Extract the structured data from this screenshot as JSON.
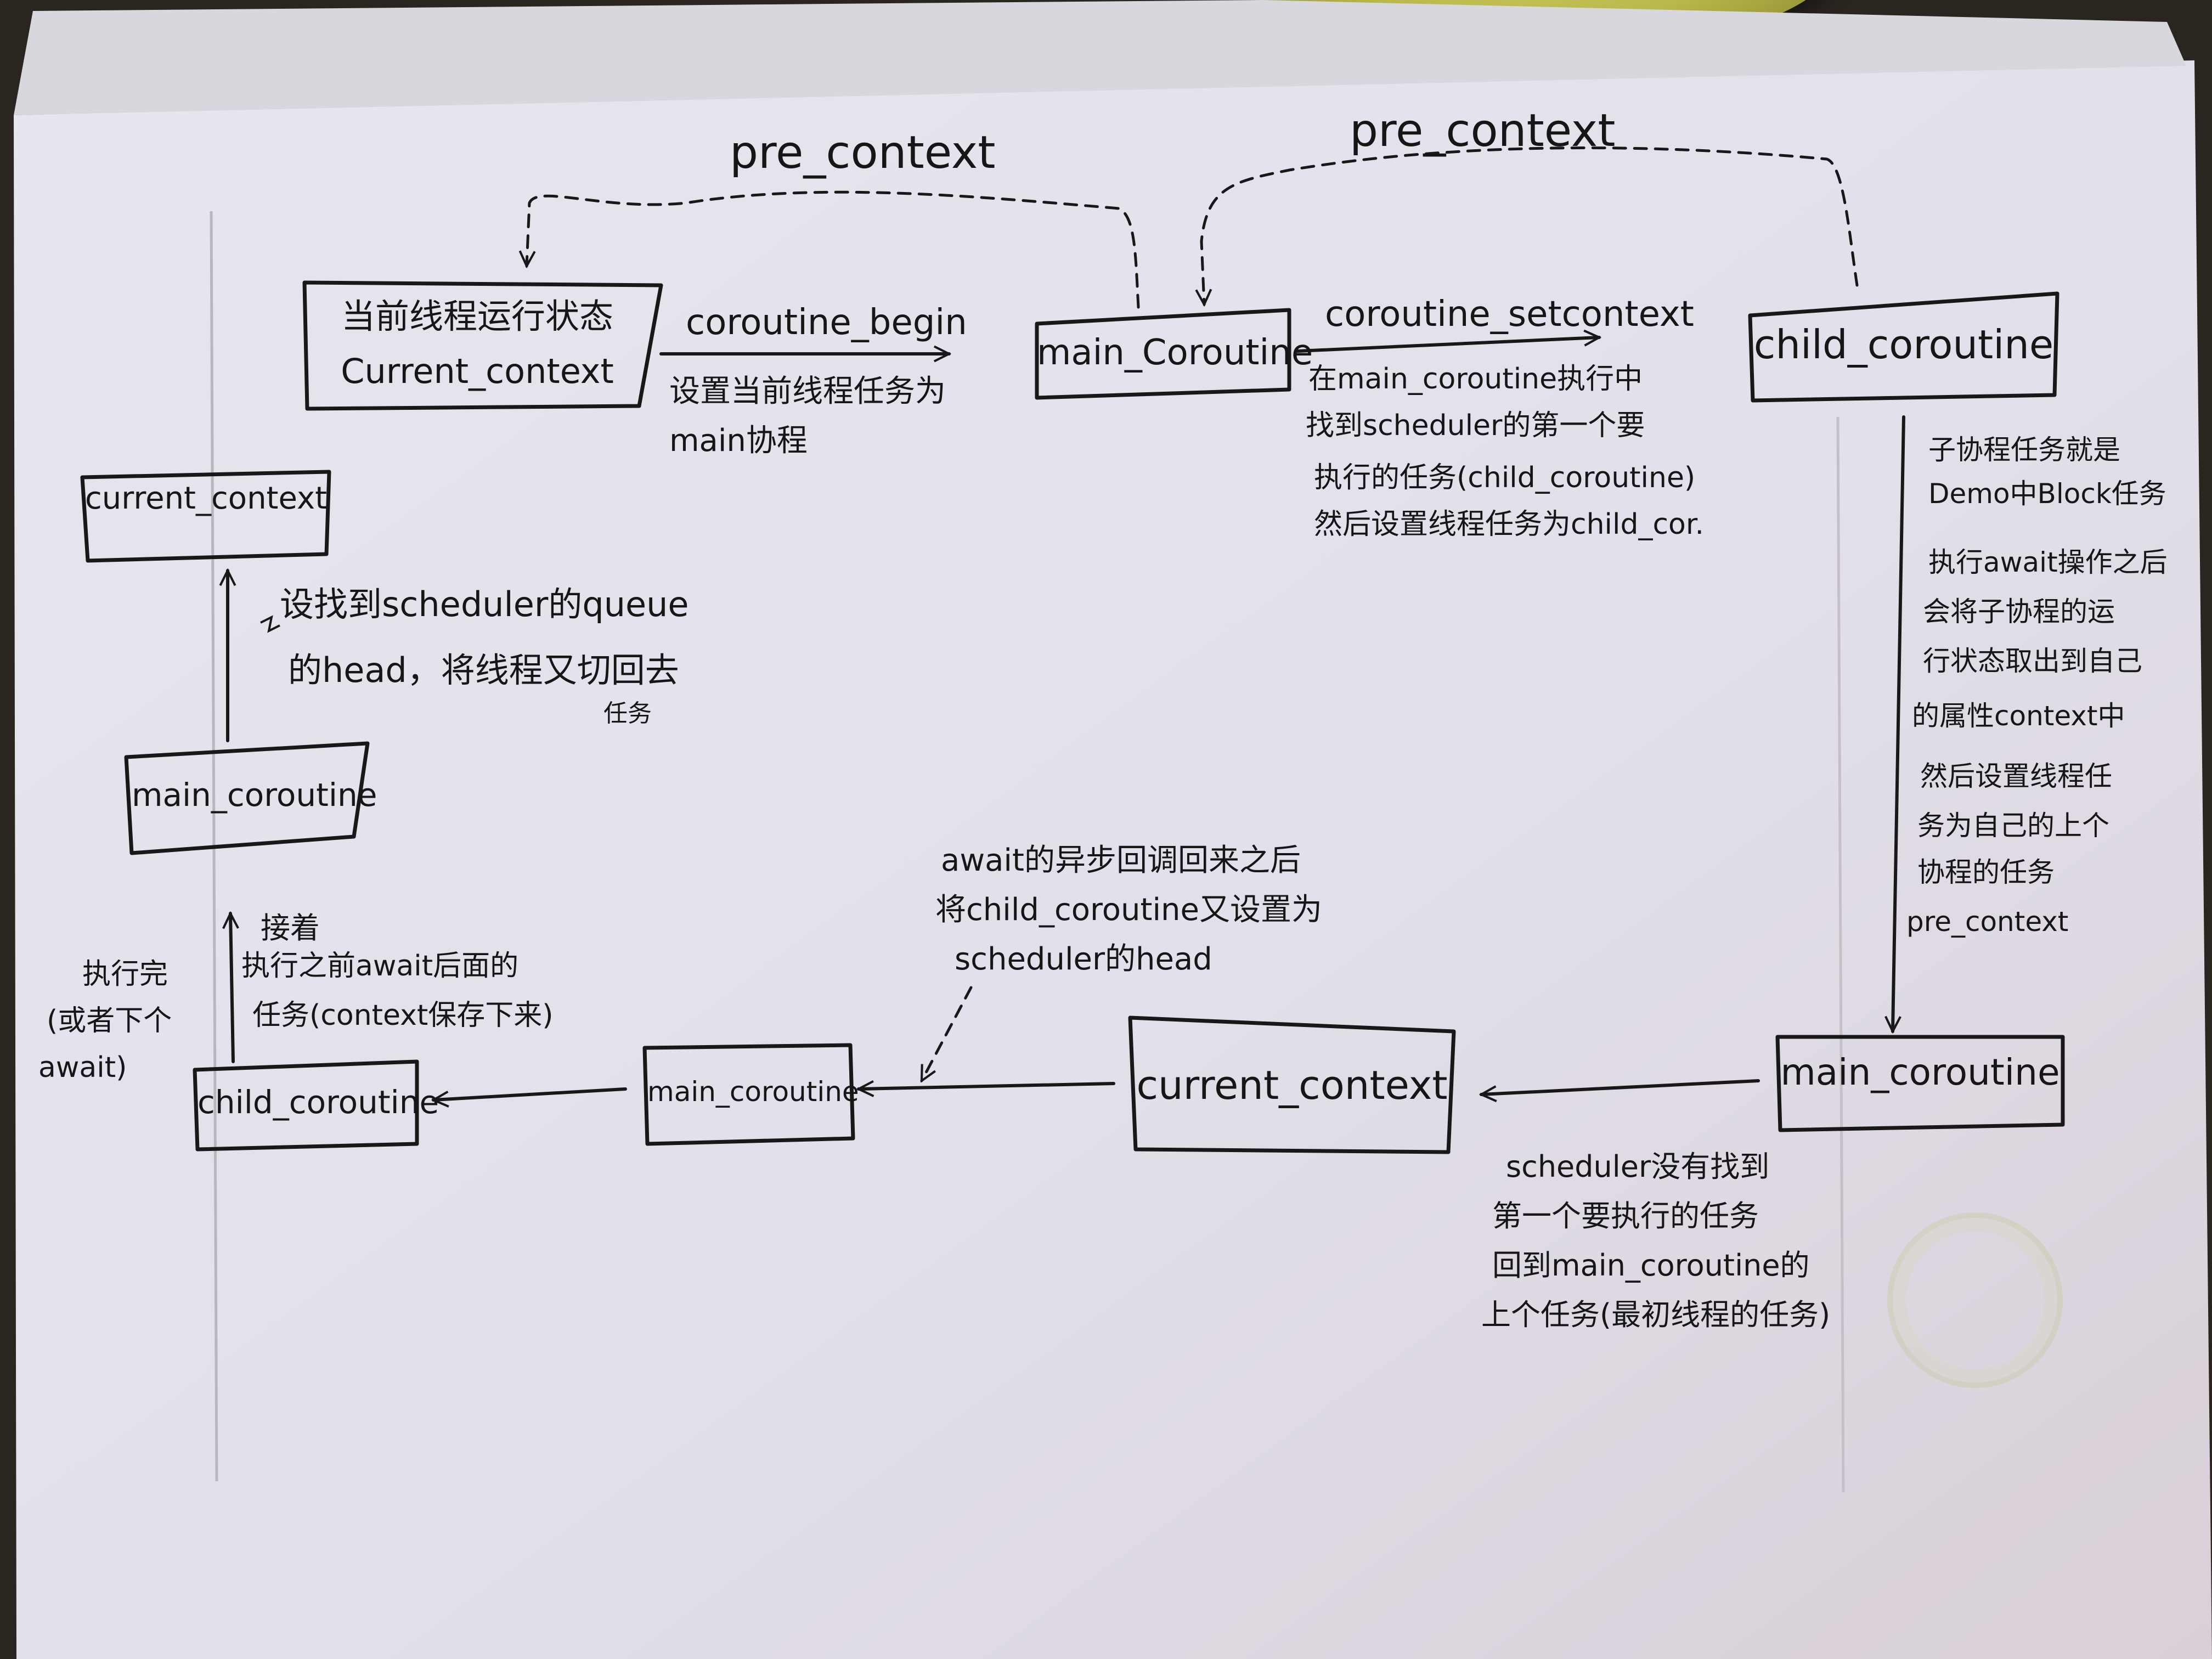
{
  "diagram": {
    "top_pre_context_left": "pre_context",
    "top_pre_context_right": "pre_context",
    "boxes": {
      "current_state": [
        "当前线程运行状态",
        "Current_context"
      ],
      "main_coroutine_top": "main_Coroutine",
      "child_coroutine_top": "child_coroutine",
      "current_context_left": "current_context",
      "main_coroutine_left": "main_coroutine",
      "child_coroutine_bottom": "child_coroutine",
      "main_coroutine_bottom": "main_coroutine",
      "current_context_bottom": "current_context",
      "main_coroutine_right": "main_coroutine"
    },
    "edges": {
      "coroutine_begin": "coroutine_begin",
      "coroutine_setcontext": "coroutine_setcontext"
    },
    "notes": {
      "begin_note": [
        "设置当前线程任务为",
        "main协程"
      ],
      "setcontext_note": [
        "在main_coroutine执行中",
        "找到scheduler的第一个要",
        "执行的任务(child_coroutine)",
        "然后设置线程任务为child_cor."
      ],
      "child_note": [
        "子协程任务就是",
        "Demo中Block任务",
        "执行await操作之后",
        "会将子协程的运",
        "行状态取出到自己",
        "的属性context中",
        "然后设置线程任",
        "务为自己的上个",
        "协程的任务",
        "pre_context"
      ],
      "queue_note": [
        "设找到scheduler的queue",
        "的head，将线程又切回去",
        "任务"
      ],
      "resume_note": [
        "接着",
        "执行之前await后面的",
        "任务(context保存下来)"
      ],
      "done_note": [
        "执行完",
        "(或者下个",
        "await)"
      ],
      "callback_note": [
        "await的异步回调回来之后",
        "将child_coroutine又设置为",
        "scheduler的head"
      ],
      "no_task_note": [
        "scheduler没有找到",
        "第一个要执行的任务",
        "回到main_coroutine的",
        "上个任务(最初线程的任务)"
      ]
    }
  }
}
